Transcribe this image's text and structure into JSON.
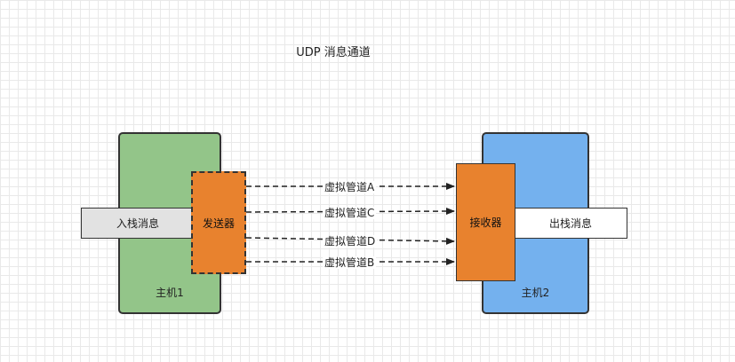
{
  "title": "UDP 消息通道",
  "host1": {
    "label": "主机1",
    "color": "#93c589"
  },
  "host2": {
    "label": "主机2",
    "color": "#74b1ee"
  },
  "in_stack": {
    "label": "入栈消息"
  },
  "out_stack": {
    "label": "出栈消息"
  },
  "sender": {
    "label": "发送器",
    "color": "#e8822e"
  },
  "receiver": {
    "label": "接收器",
    "color": "#e8822e"
  },
  "pipes": [
    {
      "label": "虚拟管道A"
    },
    {
      "label": "虚拟管道C"
    },
    {
      "label": "虚拟管道D"
    },
    {
      "label": "虚拟管道B"
    }
  ]
}
